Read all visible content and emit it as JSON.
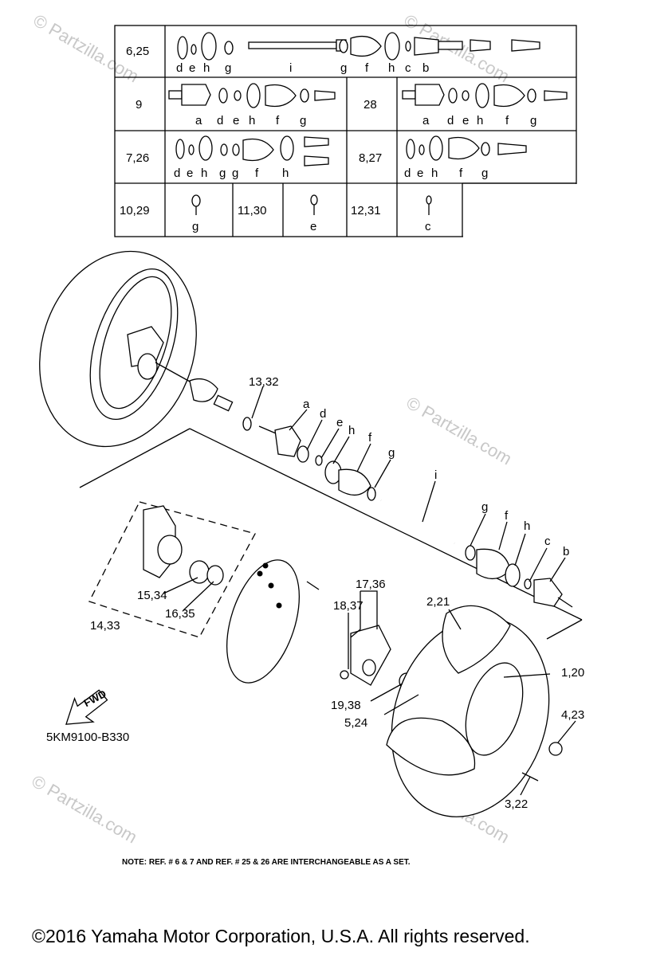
{
  "watermark": "© Partzilla.com",
  "parts_table": {
    "rows": [
      {
        "ref": "6,25",
        "letters": [
          "d",
          "e",
          "h",
          "g",
          "i",
          "g",
          "f",
          "h",
          "c",
          "b"
        ]
      },
      {
        "ref": "9",
        "letters": [
          "a",
          "d",
          "e",
          "h",
          "f",
          "g"
        ],
        "ref2": "28",
        "letters2": [
          "a",
          "d",
          "e",
          "h",
          "f",
          "g"
        ]
      },
      {
        "ref": "7,26",
        "letters": [
          "d",
          "e",
          "h",
          "g",
          "g",
          "f",
          "h"
        ],
        "ref2": "8,27",
        "letters2": [
          "d",
          "e",
          "h",
          "f",
          "g"
        ]
      },
      {
        "ref": "10,29",
        "letters": [
          "g"
        ],
        "ref2": "11,30",
        "letters2": [
          "e"
        ],
        "ref3": "12,31",
        "letters3": [
          "c"
        ]
      }
    ]
  },
  "callouts": {
    "c1332": "13,32",
    "a": "a",
    "d": "d",
    "e": "e",
    "h": "h",
    "f": "f",
    "g": "g",
    "i": "i",
    "g2": "g",
    "f2": "f",
    "h2": "h",
    "c": "c",
    "b": "b",
    "c1736": "17,36",
    "c1837": "18,37",
    "c221": "2,21",
    "c120": "1,20",
    "c1938": "19,38",
    "c524": "5,24",
    "c423": "4,23",
    "c322": "3,22",
    "c1534": "15,34",
    "c1635": "16,35",
    "c1433": "14,33"
  },
  "fwd_label": "FWD",
  "diagram_code": "5KM9100-B330",
  "note": "NOTE: REF. # 6 & 7 AND REF. # 25 & 26 ARE INTERCHANGEABLE AS A SET.",
  "copyright": "©2016 Yamaha Motor Corporation, U.S.A. All rights reserved."
}
